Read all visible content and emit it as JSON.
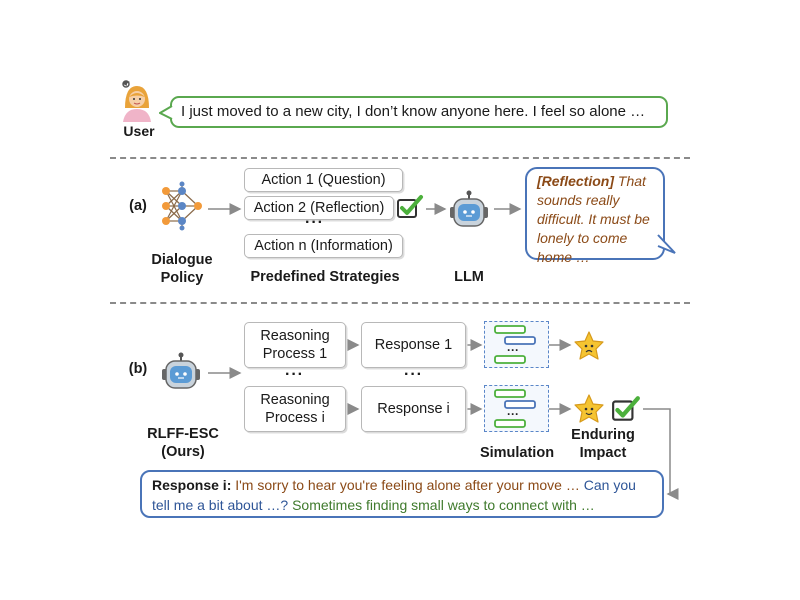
{
  "user": {
    "label": "User",
    "message": "I just moved to a new city, I don’t know anyone here. I feel so alone …"
  },
  "panel_a": {
    "tag": "(a)",
    "dialogue_policy_label": "Dialogue\nPolicy",
    "actions": [
      "Action 1 (Question)",
      "Action 2 (Reflection)",
      "Action n (Information)"
    ],
    "dots": "···",
    "strategies_label": "Predefined Strategies",
    "llm_label": "LLM",
    "reflection_tag": "[Reflection]",
    "reflection_text": " That sounds really difficult. It must be lonely to come home …"
  },
  "panel_b": {
    "tag": "(b)",
    "model_label": "RLFF-ESC\n(Ours)",
    "reasoning_1": "Reasoning\nProcess 1",
    "reasoning_i": "Reasoning\nProcess i",
    "response_1": "Response 1",
    "response_i": "Response i",
    "dots": "···",
    "simulation_label": "Simulation",
    "impact_label": "Enduring\nImpact"
  },
  "final_response": {
    "prefix": "Response i:",
    "part1": " I'm sorry to hear you're feeling alone after your move … ",
    "part2": "Can you tell me a bit about …? ",
    "part3": "Sometimes finding small ways to connect with …"
  },
  "colors": {
    "user_bubble_border": "#5aa84f",
    "llm_bubble_border": "#4a74b8",
    "reflection_text": "#8b4a17",
    "check_green": "#4cb03c",
    "star_yellow": "#f5c431"
  },
  "icons": [
    "user-avatar-icon",
    "neural-network-icon",
    "robot-icon",
    "checkmark-box-icon",
    "sad-star-icon",
    "happy-star-icon",
    "chat-bubbles-icon"
  ]
}
